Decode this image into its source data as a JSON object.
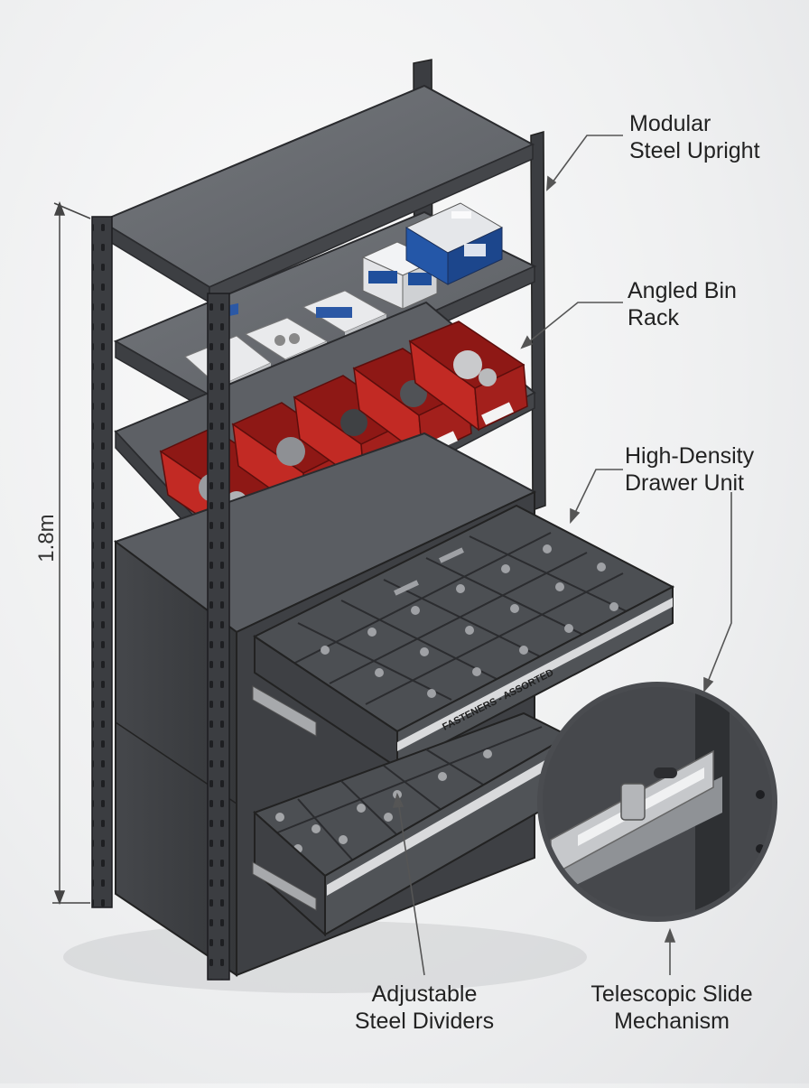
{
  "height_dimension": "1.8m",
  "drawer_front_label": "FASTENERS - ASSORTED",
  "callouts": {
    "modular_steel_upright": {
      "line1": "Modular",
      "line2": "Steel Upright"
    },
    "angled_bin_rack": {
      "line1": "Angled Bin",
      "line2": "Rack"
    },
    "high_density_drawer_unit": {
      "line1": "High-Density",
      "line2": "Drawer Unit"
    },
    "adjustable_steel_dividers": {
      "line1": "Adjustable",
      "line2": "Steel Dividers"
    },
    "telescopic_slide_mechanism": {
      "line1": "Telescopic Slide",
      "line2": "Mechanism"
    }
  },
  "colors": {
    "steel_dark": "#3c3e42",
    "steel_mid": "#55585d",
    "steel_light": "#6b6e73",
    "bin_red": "#b3201c",
    "box_blue": "#1f4f9c",
    "leader_line": "#555555"
  }
}
